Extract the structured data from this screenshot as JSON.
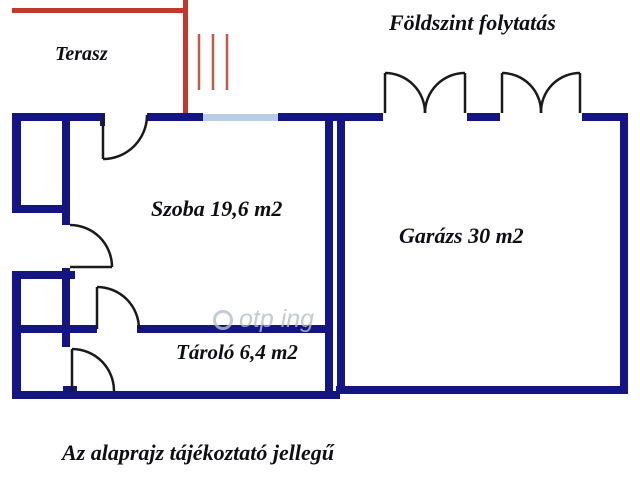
{
  "labels": {
    "terasz": "Terasz",
    "foldszint_folytatas": "Földszint folytatás",
    "szoba": "Szoba 19,6 m2",
    "garazs": "Garázs 30 m2",
    "tarolo": "Tároló 6,4 m2",
    "disclaimer": "Az alaprajz tájékoztató jellegű"
  },
  "watermark": {
    "text": "otp ing"
  },
  "colors": {
    "wall": "#141482",
    "window": "#b9cde6",
    "terrace": "#c0392b",
    "terrace_hatch": "#c05a4a",
    "door": "#1a1a1a",
    "text": "#0e0e16",
    "background": "#ffffff",
    "watermark": "#b9becd"
  }
}
